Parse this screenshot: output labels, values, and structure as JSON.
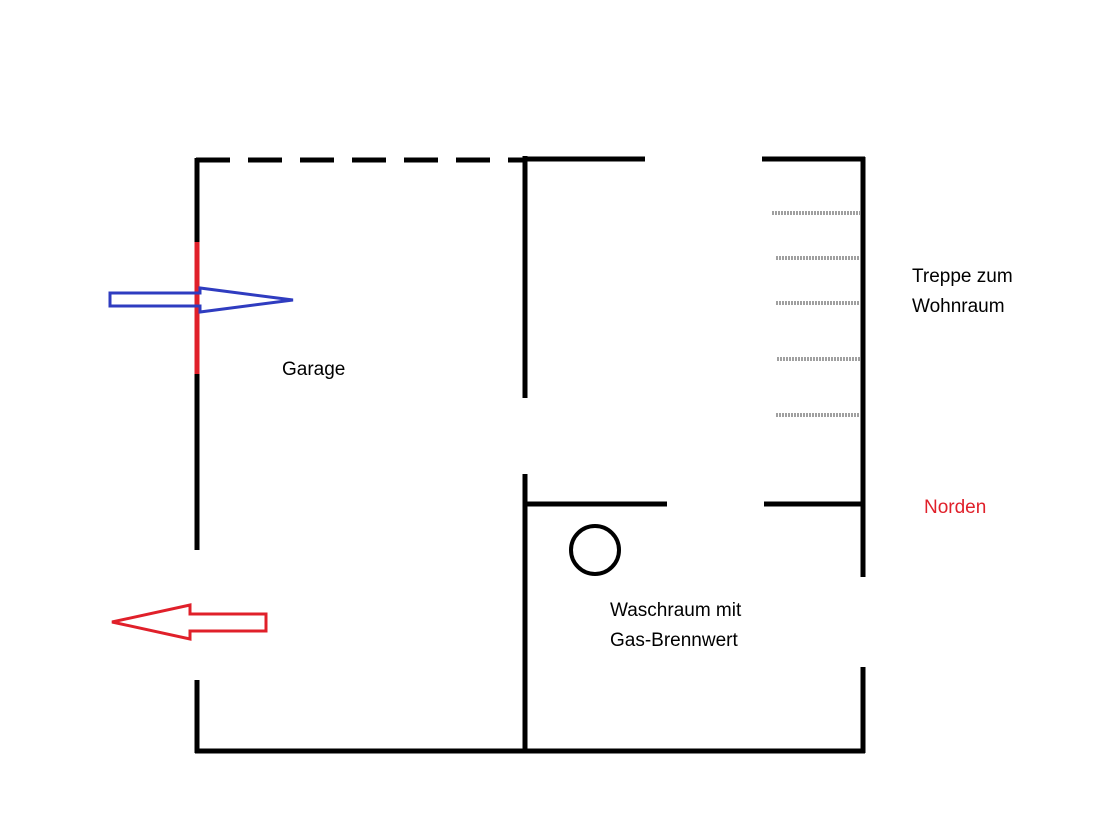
{
  "labels": {
    "garage": "Garage",
    "stairs_line1": "Treppe zum",
    "stairs_line2": "Wohnraum",
    "laundry_line1": "Waschraum mit",
    "laundry_line2": "Gas-Brennwert",
    "north": "Norden"
  },
  "colors": {
    "walls": "#000000",
    "north_label": "#e0202a",
    "inbound_arrow": "#2f3cc0",
    "outbound_arrow": "#e0202a",
    "entry_wall_segment": "#e0202a",
    "stair_steps": "#a0a0a0"
  },
  "symbols": {
    "boiler": "circle",
    "stair_step_count": 5
  }
}
